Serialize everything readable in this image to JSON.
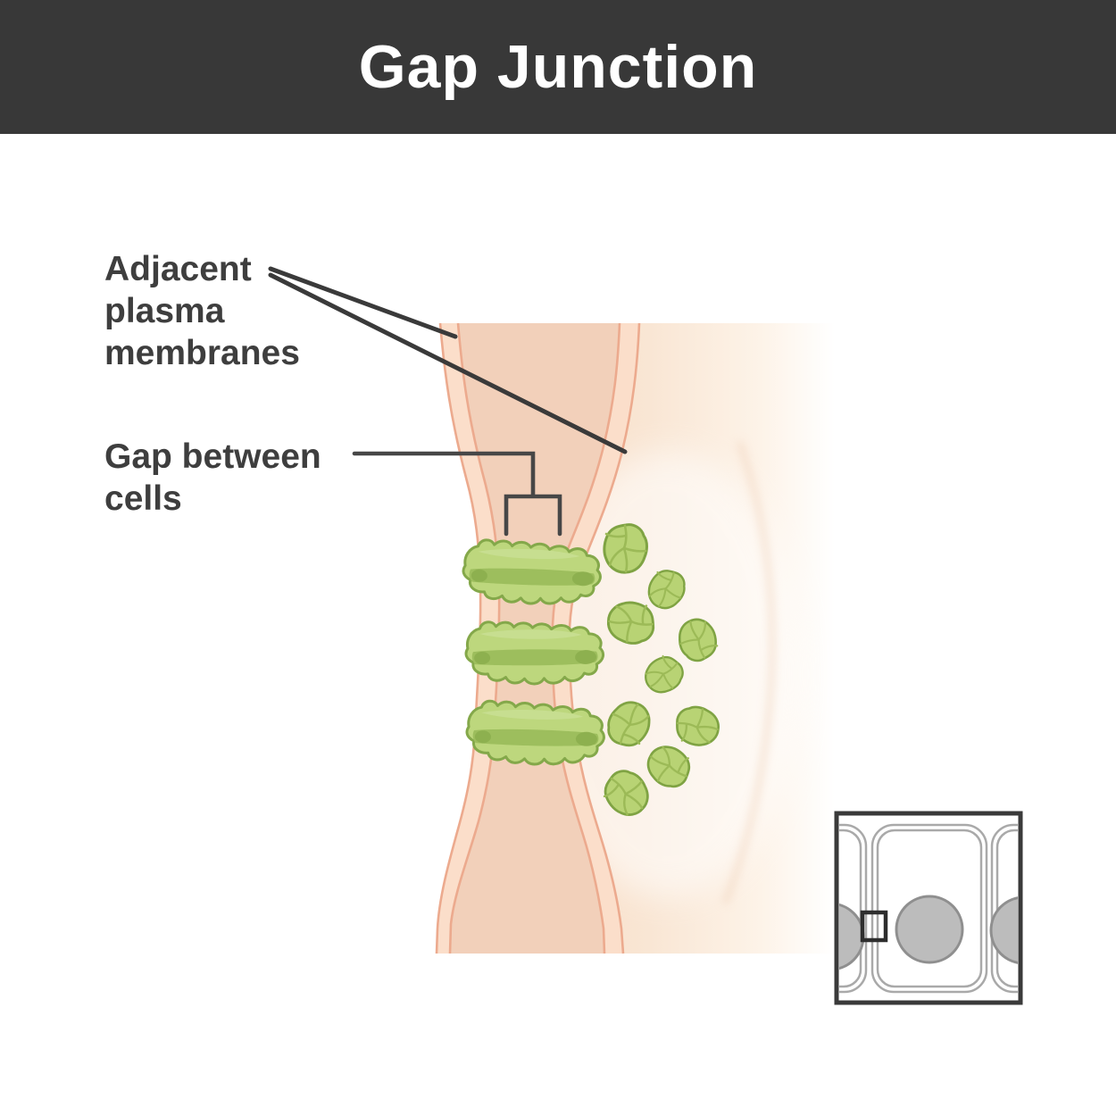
{
  "header": {
    "title": "Gap Junction"
  },
  "diagram": {
    "labels": {
      "adjacent_plasma_membranes": "Adjacent\nplasma\nmembranes",
      "gap_between_cells": "Gap between\ncells"
    }
  },
  "colors": {
    "header_bg": "#383838",
    "title_text": "#ffffff",
    "label_text": "#3e3e3e",
    "pointer_line": "#3a3a3a",
    "gap_pointer_line": "#474747",
    "membrane_fill": "#fbdeca",
    "membrane_outline": "#ecaa8e",
    "gap_fill": "#f2d0ba",
    "cell2_fill": "#f8e2cf",
    "connexon_fill": "#bdd77d",
    "connexon_outline": "#84a84a",
    "connexon_channel": "#9dbe5d",
    "molecule_fill": "#b8d374",
    "molecule_outline": "#7fa343",
    "molecule_inner_line": "#9cba57",
    "inset_border": "#3a3a3a",
    "inset_cell_line": "#a9a9a9",
    "inset_nucleus_fill": "#bcbcbc",
    "inset_nucleus_outline": "#8f8f8f",
    "inset_highlight_border": "#2e2e2e"
  }
}
